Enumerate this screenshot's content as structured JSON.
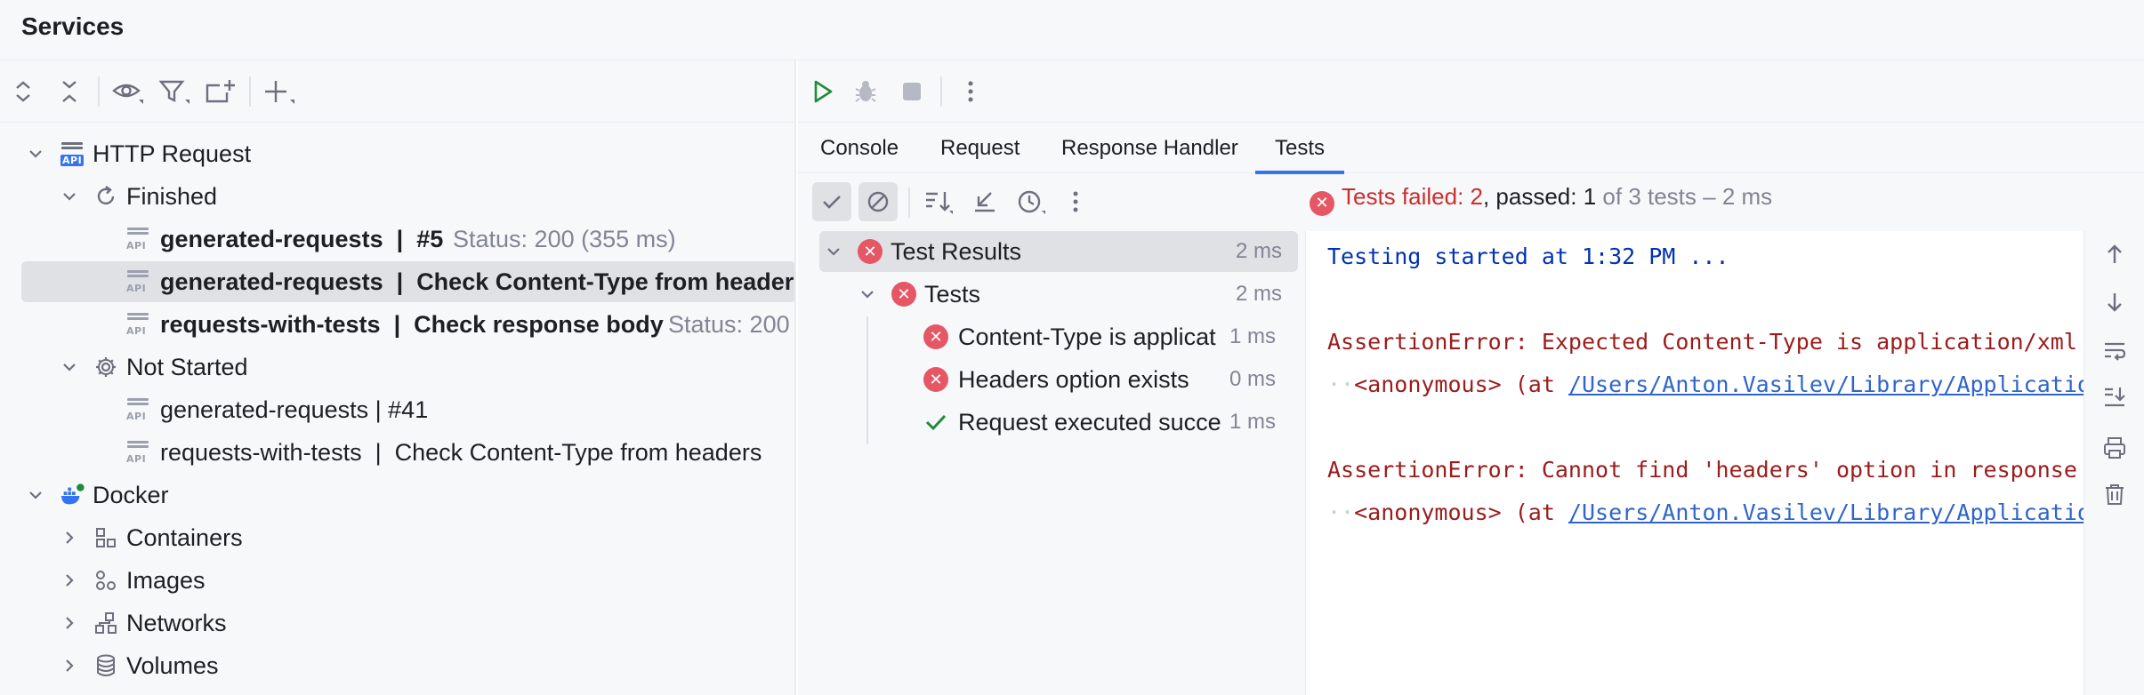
{
  "window": {
    "title": "Services"
  },
  "left_toolbar": {
    "icons": [
      "expand-all-icon",
      "collapse-all-icon",
      "eye-icon",
      "filter-icon",
      "new-group-icon",
      "add-icon"
    ]
  },
  "tree": {
    "http_request": {
      "label": "HTTP Request",
      "finished": {
        "label": "Finished",
        "items": [
          {
            "name": "generated-requests",
            "sep": "|",
            "detail": "#5",
            "status": "Status: 200 (355 ms)"
          },
          {
            "name": "generated-requests",
            "sep": "|",
            "detail": "Check Content-Type from header",
            "status": ""
          },
          {
            "name": "requests-with-tests",
            "sep": "|",
            "detail": "Check response body",
            "status": "Status: 200"
          }
        ]
      },
      "not_started": {
        "label": "Not Started",
        "items": [
          {
            "text": "generated-requests | #41"
          },
          {
            "name": "requests-with-tests",
            "sep": "|",
            "detail": "Check Content-Type from headers"
          }
        ]
      }
    },
    "docker": {
      "label": "Docker",
      "items": [
        {
          "label": "Containers",
          "icon": "containers-icon"
        },
        {
          "label": "Images",
          "icon": "images-icon"
        },
        {
          "label": "Networks",
          "icon": "networks-icon"
        },
        {
          "label": "Volumes",
          "icon": "volumes-icon"
        }
      ]
    }
  },
  "right_toolbar": {
    "icons": [
      "run-icon",
      "debug-icon",
      "stop-icon",
      "more-icon"
    ]
  },
  "tabs": [
    {
      "label": "Console",
      "active": false
    },
    {
      "label": "Request",
      "active": false
    },
    {
      "label": "Response Handler",
      "active": false
    },
    {
      "label": "Tests",
      "active": true
    }
  ],
  "summary": {
    "failed_text": "Tests failed: 2",
    "passed_text": ", passed: 1",
    "rest_text": " of 3 tests – 2 ms"
  },
  "results": [
    {
      "label": "Test Results",
      "duration": "2 ms",
      "status": "failed"
    },
    {
      "label": "Tests",
      "duration": "2 ms",
      "status": "failed"
    },
    {
      "label": "Content-Type is applicat",
      "duration": "1 ms",
      "status": "failed"
    },
    {
      "label": "Headers option exists",
      "duration": "0 ms",
      "status": "failed"
    },
    {
      "label": "Request executed succe",
      "duration": "1 ms",
      "status": "passed"
    }
  ],
  "console": {
    "line1": "Testing started at 1:32 PM ...",
    "line2": "AssertionError: Expected Content-Type is application/xml",
    "line3_dots": "··",
    "line3_pre": "<anonymous> (at ",
    "line3_link": "/Users/Anton.Vasilev/Library/Application",
    "line4": "AssertionError: Cannot find 'headers' option in response",
    "line5_dots": "··",
    "line5_pre": "<anonymous> (at ",
    "line5_link": "/Users/Anton.Vasilev/Library/Application"
  },
  "colors": {
    "accent": "#3574f0",
    "error": "#e55765",
    "success": "#208a3c",
    "selection": "#dfe1e5"
  }
}
